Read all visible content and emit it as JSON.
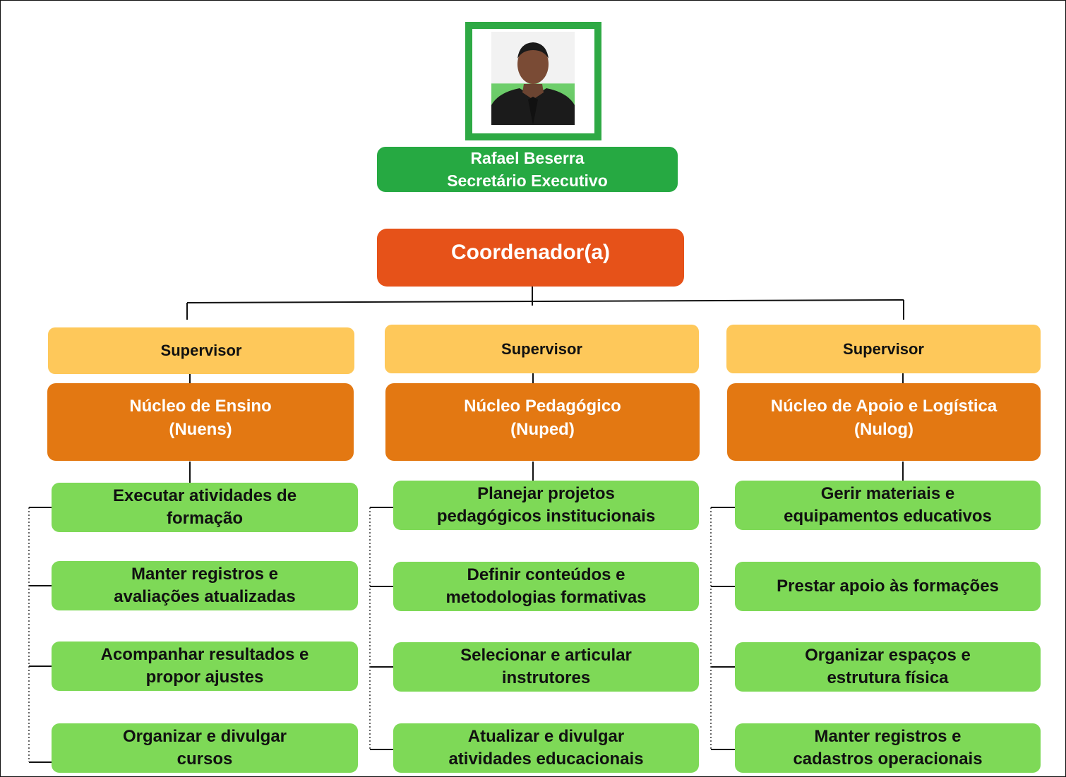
{
  "executive": {
    "photo_alt": "Foto de Rafael Beserra",
    "name": "Rafael Beserra",
    "role": "Secretário Executivo"
  },
  "coordinator": {
    "label": "Coordenador(a)"
  },
  "colors": {
    "executive_green": "#26a942",
    "coordinator_orange": "#e65219",
    "supervisor_yellow": "#fec85a",
    "nucleo_orange": "#e37812",
    "task_green": "#7ed957"
  },
  "columns": [
    {
      "supervisor": "Supervisor",
      "nucleo": {
        "line1": "Núcleo de Ensino",
        "line2": "(Nuens)"
      },
      "tasks": [
        {
          "line1": "Executar atividades de",
          "line2": "formação"
        },
        {
          "line1": "Manter registros e",
          "line2": "avaliações atualizadas"
        },
        {
          "line1": "Acompanhar resultados e",
          "line2": "propor ajustes"
        },
        {
          "line1": "Organizar e divulgar",
          "line2": "cursos"
        }
      ]
    },
    {
      "supervisor": "Supervisor",
      "nucleo": {
        "line1": "Núcleo Pedagógico",
        "line2": "(Nuped)"
      },
      "tasks": [
        {
          "line1": "Planejar projetos",
          "line2": "pedagógicos institucionais"
        },
        {
          "line1": "Definir conteúdos e",
          "line2": "metodologias formativas"
        },
        {
          "line1": "Selecionar e articular",
          "line2": "instrutores"
        },
        {
          "line1": "Atualizar e divulgar",
          "line2": "atividades educacionais"
        }
      ]
    },
    {
      "supervisor": "Supervisor",
      "nucleo": {
        "line1": "Núcleo de Apoio e Logística",
        "line2": "(Nulog)"
      },
      "tasks": [
        {
          "line1": "Gerir materiais e",
          "line2": "equipamentos educativos"
        },
        {
          "line1": "Prestar apoio às formações",
          "line2": ""
        },
        {
          "line1": "Organizar espaços e",
          "line2": "estrutura física"
        },
        {
          "line1": "Manter registros e",
          "line2": "cadastros operacionais"
        }
      ]
    }
  ]
}
